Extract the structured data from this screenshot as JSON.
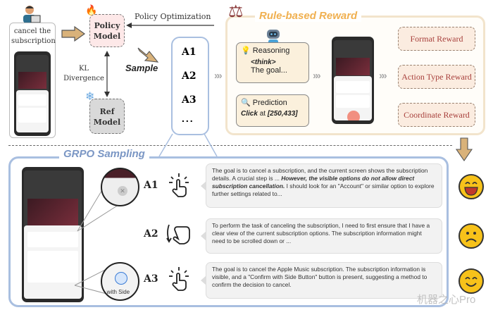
{
  "task": {
    "instruction": "cancel the subscription"
  },
  "policy_model": {
    "label_line1": "Policy",
    "label_line2": "Model"
  },
  "ref_model": {
    "label_line1": "Ref",
    "label_line2": "Model"
  },
  "policy_optimization_label": "Policy Optimization",
  "kl_label_line1": "KL",
  "kl_label_line2": "Divergence",
  "sample_label": "Sample",
  "samples": [
    "A1",
    "A2",
    "A3",
    "..."
  ],
  "rule_based_reward": {
    "title": "Rule-based Reward",
    "reasoning": {
      "title": "Reasoning",
      "tag": "<think>",
      "text": "The goal..."
    },
    "prediction": {
      "title": "Prediction",
      "action": "Click",
      "at": "at",
      "coords": "[250,433]"
    },
    "rewards": [
      "Format Reward",
      "Action Type Reward",
      "Coordinate Reward"
    ]
  },
  "grpo": {
    "title": "GRPO Sampling",
    "zoom_caption": "n with Side",
    "answers": [
      {
        "label": "A1",
        "icon": "tap-hand",
        "text_before": "The goal is to cancel a subscription, and the current screen shows the subscription details.  A crucial step is ... ",
        "text_bold": "However, the visible options do not allow direct subscription cancellation.",
        "text_after": " I should look for an \"Account\" or similar option to explore further settings related to...",
        "reward": "laughing-face"
      },
      {
        "label": "A2",
        "icon": "scroll-hand",
        "text_before": "To perform the task of canceling the subscription, I need to first ensure that I have a clear view of the current subscription options. The subscription information might need to be scrolled down or ...",
        "text_bold": "",
        "text_after": "",
        "reward": "sad-face"
      },
      {
        "label": "A3",
        "icon": "tap-hand",
        "text_before": "The goal is to cancel the Apple Music subscription. The subscription information is visible, and a \"Confirm with Side Button\"  button is present, suggesting a method to confirm the decision to cancel.",
        "text_bold": "",
        "text_after": "",
        "reward": "smiling-face"
      }
    ]
  },
  "watermark": "机器之心Pro",
  "colors": {
    "blue_border": "#a9bfe0",
    "reward_title": "#f0b050",
    "reward_text": "#a8403c",
    "policy_bg": "#fde8e8",
    "ref_bg": "#d9d9d9",
    "arrow": "#d9b27a"
  }
}
